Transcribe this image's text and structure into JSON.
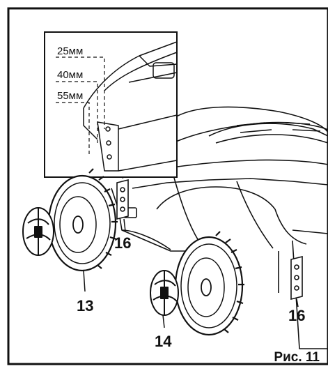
{
  "figure": {
    "caption": "Рис. 11",
    "height_settings": [
      "25мм",
      "40мм",
      "55мм"
    ],
    "callouts": {
      "wheel_front": "13",
      "hubcap": "14",
      "bracket_left": "16",
      "bracket_right": "16"
    }
  }
}
